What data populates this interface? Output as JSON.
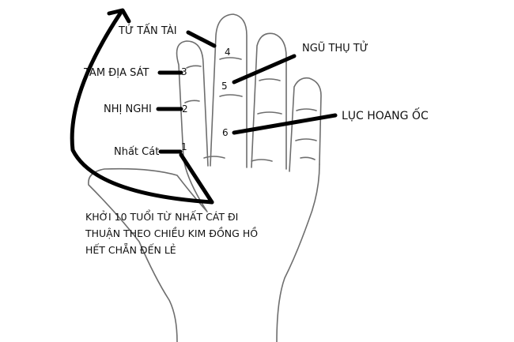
{
  "labels": {
    "tu_tan_tai": "TỨ TẤN TÀI",
    "tam_dia_sat": "TAM ĐỊA SÁT",
    "nhi_nghi": "NHỊ NGHI",
    "nhat_cat": "Nhất Cát",
    "ngu_thu_tu": "NGŨ THỤ TỬ",
    "luc_hoang_oc": "LỤC HOANG ỐC"
  },
  "numbers": {
    "n1": "1",
    "n2": "2",
    "n3": "3",
    "n4": "4",
    "n5": "5",
    "n6": "6"
  },
  "note": {
    "line1": "KHỞI 10 TUỔI TỪ NHẤT CÁT ĐI",
    "line2": "THUẬN THEO CHIỀU KIM ĐỒNG HỒ",
    "line3": "HẾT CHẴN ĐẾN LẺ"
  },
  "colors": {
    "outline": "#6e6e6e",
    "marker": "#000000",
    "text": "#111111"
  }
}
